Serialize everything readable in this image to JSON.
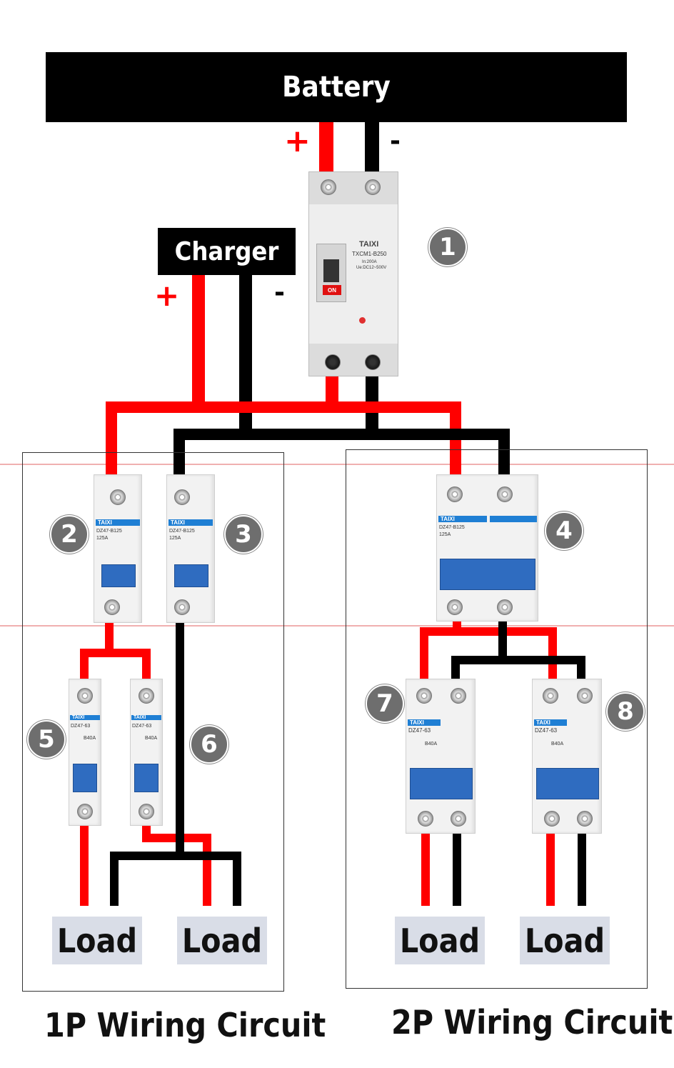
{
  "battery": {
    "label": "Battery",
    "plus": "+",
    "minus": "-"
  },
  "charger": {
    "label": "Charger",
    "plus": "+",
    "minus": "-"
  },
  "numbers": [
    "1",
    "2",
    "3",
    "4",
    "5",
    "6",
    "7",
    "8"
  ],
  "mccb": {
    "brand": "TAIXI",
    "model": "TXCM1-B250",
    "rating_line1": "In:200A",
    "rating_line2": "Ue:DC12~500V",
    "on_text": "ON"
  },
  "mcb_125": {
    "brand": "TAIXI",
    "model": "DZ47-B125",
    "rating": "125A"
  },
  "mcb_63": {
    "brand": "TAIXI",
    "model": "DZ47-63",
    "rating": "B40A"
  },
  "loads": [
    "Load",
    "Load",
    "Load",
    "Load"
  ],
  "captions": {
    "left": "1P Wiring Circuit",
    "right": "2P Wiring Circuit"
  },
  "colors": {
    "positive": "#ff0000",
    "negative": "#000000",
    "badge": "#6e6e6e",
    "load_bg": "#d9dde7"
  }
}
